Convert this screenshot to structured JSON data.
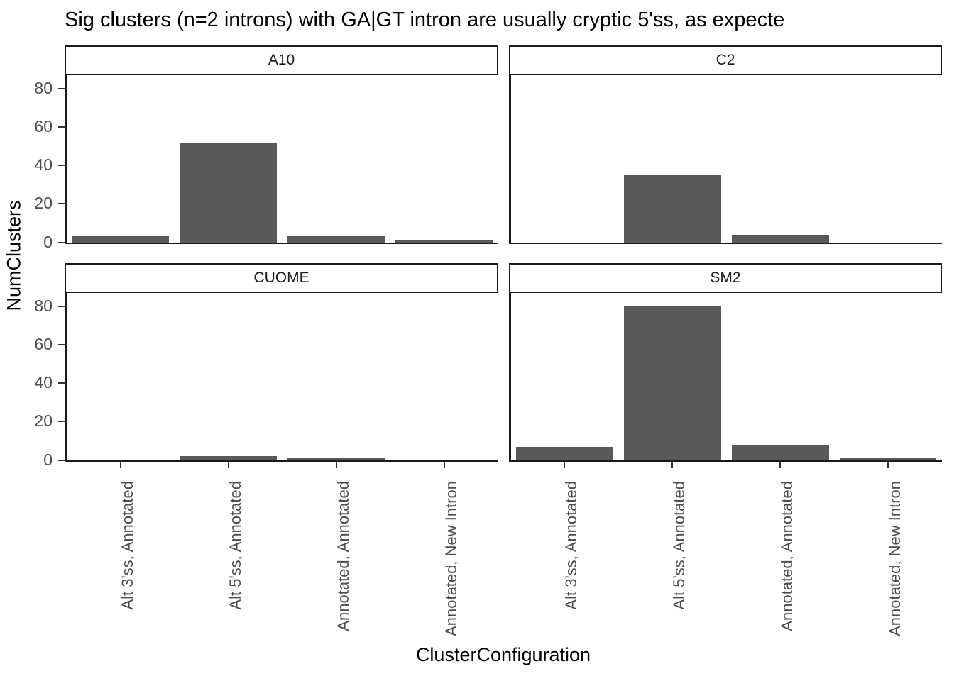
{
  "chart_data": {
    "type": "bar",
    "title": "Sig clusters (n=2 introns) with GA|GT intron are usually cryptic 5'ss, as expected",
    "title_truncated": "Sig clusters (n=2 introns) with GA|GT intron are usually cryptic 5'ss, as expecte",
    "xlabel": "ClusterConfiguration",
    "ylabel": "NumClusters",
    "categories": [
      "Alt 3'ss, Annotated",
      "Alt 5'ss, Annotated",
      "Annotated, Annotated",
      "Annotated, New Intron"
    ],
    "facets": [
      {
        "label": "A10",
        "values": [
          3,
          52,
          3,
          1
        ]
      },
      {
        "label": "C2",
        "values": [
          0,
          35,
          4,
          0
        ]
      },
      {
        "label": "CUOME",
        "values": [
          0,
          2,
          1,
          0
        ]
      },
      {
        "label": "SM2",
        "values": [
          7,
          80,
          8,
          1
        ]
      }
    ],
    "ylim": [
      0,
      87
    ],
    "yticks": [
      0,
      20,
      40,
      60,
      80
    ],
    "ytick_labels": [
      "0",
      "20",
      "40",
      "60",
      "80"
    ],
    "grid": false,
    "legend": "none",
    "bar_color": "#595959",
    "panel_border_color": "#1a1a1a",
    "axis_text_color": "#4d4d4d"
  }
}
